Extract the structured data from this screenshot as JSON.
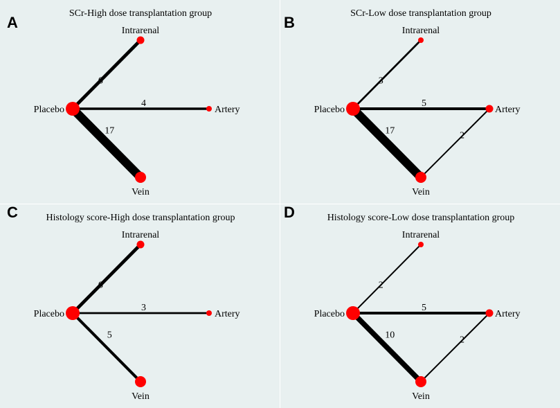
{
  "colors": {
    "background": "#e8f0f0",
    "node": "#ff0000",
    "edge": "#000000"
  },
  "panels": [
    {
      "letter": "A",
      "title": "SCr-High dose transplantation group",
      "nodes": [
        {
          "id": "Intrarenal",
          "label": "Intrarenal",
          "size": 2
        },
        {
          "id": "Placebo",
          "label": "Placebo",
          "size": 5
        },
        {
          "id": "Artery",
          "label": "Artery",
          "size": 1
        },
        {
          "id": "Vein",
          "label": "Vein",
          "size": 4
        }
      ],
      "edges": [
        {
          "from": "Placebo",
          "to": "Intrarenal",
          "label": "6"
        },
        {
          "from": "Placebo",
          "to": "Artery",
          "label": "4"
        },
        {
          "from": "Placebo",
          "to": "Vein",
          "label": "17"
        }
      ]
    },
    {
      "letter": "B",
      "title": "SCr-Low dose transplantation group",
      "nodes": [
        {
          "id": "Intrarenal",
          "label": "Intrarenal",
          "size": 1
        },
        {
          "id": "Placebo",
          "label": "Placebo",
          "size": 5
        },
        {
          "id": "Artery",
          "label": "Artery",
          "size": 2
        },
        {
          "id": "Vein",
          "label": "Vein",
          "size": 4
        }
      ],
      "edges": [
        {
          "from": "Placebo",
          "to": "Intrarenal",
          "label": "3"
        },
        {
          "from": "Placebo",
          "to": "Artery",
          "label": "5"
        },
        {
          "from": "Placebo",
          "to": "Vein",
          "label": "17"
        },
        {
          "from": "Artery",
          "to": "Vein",
          "label": "2"
        }
      ]
    },
    {
      "letter": "C",
      "title": "Histology score-High dose transplantation group",
      "nodes": [
        {
          "id": "Intrarenal",
          "label": "Intrarenal",
          "size": 2
        },
        {
          "id": "Placebo",
          "label": "Placebo",
          "size": 5
        },
        {
          "id": "Artery",
          "label": "Artery",
          "size": 1
        },
        {
          "id": "Vein",
          "label": "Vein",
          "size": 4
        }
      ],
      "edges": [
        {
          "from": "Placebo",
          "to": "Intrarenal",
          "label": "6"
        },
        {
          "from": "Placebo",
          "to": "Artery",
          "label": "3"
        },
        {
          "from": "Placebo",
          "to": "Vein",
          "label": "5"
        }
      ]
    },
    {
      "letter": "D",
      "title": "Histology score-Low dose transplantation group",
      "nodes": [
        {
          "id": "Intrarenal",
          "label": "Intrarenal",
          "size": 1
        },
        {
          "id": "Placebo",
          "label": "Placebo",
          "size": 5
        },
        {
          "id": "Artery",
          "label": "Artery",
          "size": 2
        },
        {
          "id": "Vein",
          "label": "Vein",
          "size": 4
        }
      ],
      "edges": [
        {
          "from": "Placebo",
          "to": "Intrarenal",
          "label": "2"
        },
        {
          "from": "Placebo",
          "to": "Artery",
          "label": "5"
        },
        {
          "from": "Placebo",
          "to": "Vein",
          "label": "10"
        },
        {
          "from": "Artery",
          "to": "Vein",
          "label": "2"
        }
      ]
    }
  ]
}
